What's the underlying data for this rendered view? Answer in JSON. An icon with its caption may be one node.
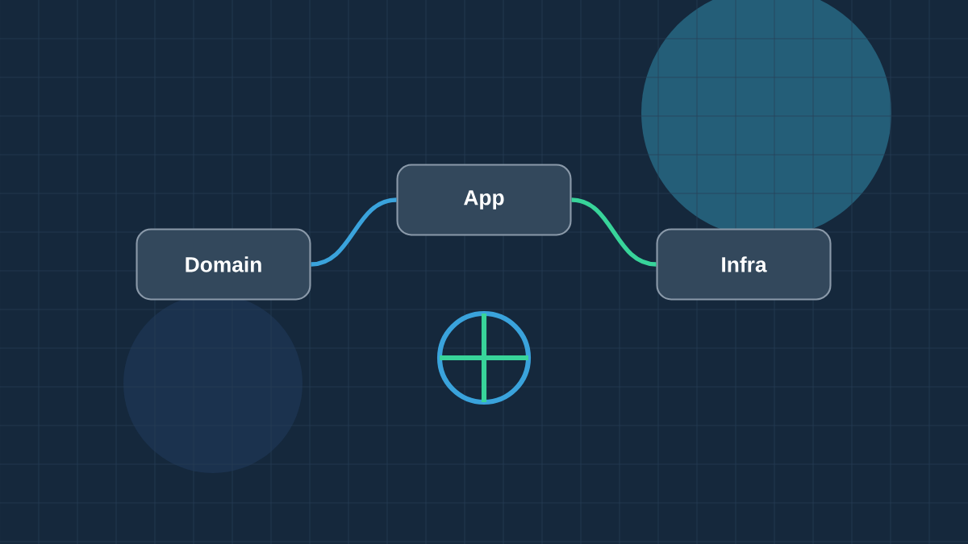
{
  "diagram": {
    "nodes": [
      {
        "text": [
          "Domain"
        ]
      },
      {
        "text": [
          "App"
        ]
      },
      {
        "text": [
          "Infra"
        ]
      }
    ],
    "edges": [
      {
        "from": 0,
        "to": 1,
        "arrow": "none",
        "color": "#3aa3dc"
      },
      {
        "from": 1,
        "to": 2,
        "arrow": "none",
        "color": "#38d49a"
      }
    ]
  }
}
